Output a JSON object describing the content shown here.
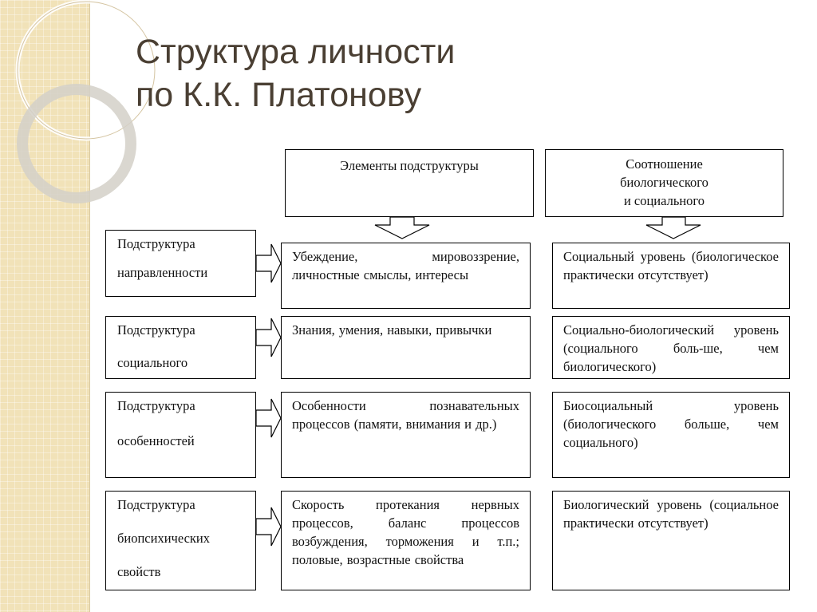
{
  "title": {
    "line1": "Структура личности",
    "line2": "по К.К. Платонову"
  },
  "headers": {
    "elements": "Элементы подструктуры",
    "ratio": [
      "Соотношение",
      "биологического",
      "и социального"
    ]
  },
  "rows": [
    {
      "label": [
        "Подструктура",
        "направленности"
      ],
      "elements": "Убеждение, мировоззрение, личностные смыслы, интересы",
      "ratio": "Социальный уровень (биологическое практически отсутствует)"
    },
    {
      "label": [
        "Подструктура",
        "социального"
      ],
      "elements": "Знания, умения, навыки, привычки",
      "ratio": "Социально-биологический уровень (социального боль-ше, чем биологического)"
    },
    {
      "label": [
        "Подструктура",
        "особенностей"
      ],
      "elements": "Особенности познавательных процессов (памяти, внимания и др.)",
      "ratio": "Биосоциальный уровень (биологического больше, чем социального)"
    },
    {
      "label": [
        "Подструктура",
        "биопсихических",
        "свойств"
      ],
      "elements": "Скорость протекания нервных процессов, баланс процессов возбуждения, торможения и т.п.; половые, возрастные свойства",
      "ratio": "Биологический уровень (социальное практически отсутствует)"
    }
  ]
}
